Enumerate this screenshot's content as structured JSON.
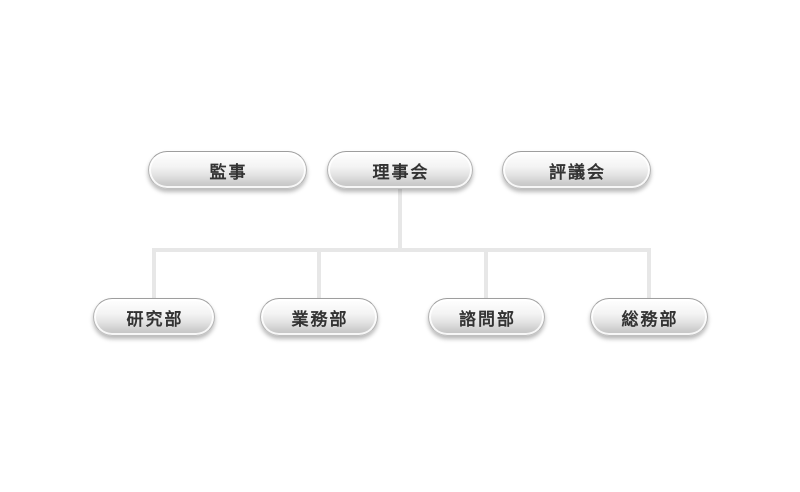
{
  "org_chart": {
    "title": "organization-chart",
    "top_row": [
      {
        "label": "監事"
      },
      {
        "label": "理事会"
      },
      {
        "label": "評議会"
      }
    ],
    "departments": [
      {
        "label": "研究部"
      },
      {
        "label": "業務部"
      },
      {
        "label": "諮問部"
      },
      {
        "label": "総務部"
      }
    ],
    "hierarchy": {
      "parent": "理事会",
      "children": [
        "研究部",
        "業務部",
        "諮問部",
        "総務部"
      ],
      "unconnected_peers": [
        "監事",
        "評議会"
      ]
    },
    "colors": {
      "background": "#ffffff",
      "node_gradient_top": "#ffffff",
      "node_gradient_bottom": "#c2c2c2",
      "node_border": "#a8a8a8",
      "node_text": "#333333",
      "connector": "#e7e7e7"
    }
  }
}
